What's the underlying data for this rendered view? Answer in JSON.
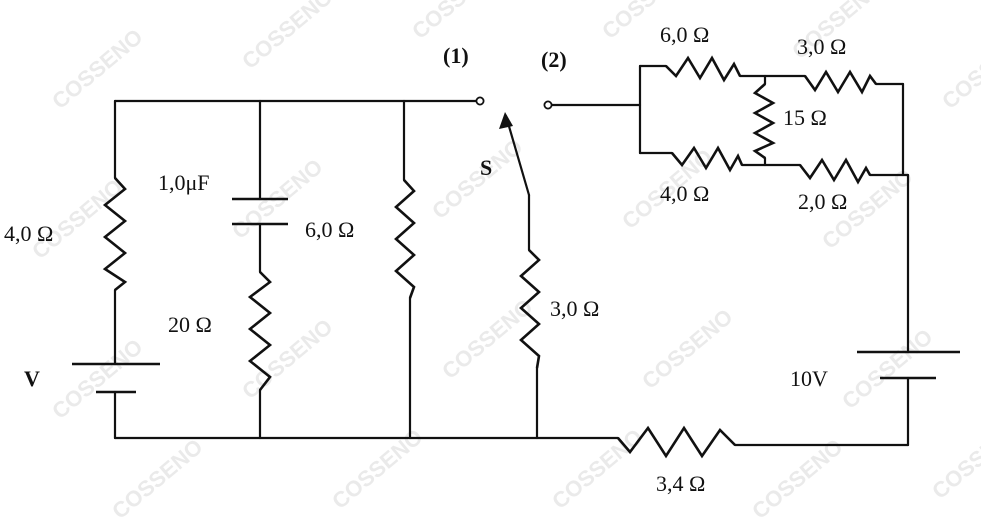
{
  "watermark": {
    "text": "COSSENO"
  },
  "labels": {
    "switch_pos_1": "(1)",
    "switch_pos_2": "(2)",
    "switch": "S",
    "source_left": "V",
    "source_right": "10V",
    "r_left": "4,0 Ω",
    "capacitor": "1,0μF",
    "r_cap_branch": "20 Ω",
    "r_middle": "6,0 Ω",
    "r_switch_branch": "3,0 Ω",
    "r_bottom": "3,4 Ω",
    "bridge_top_left": "6,0 Ω",
    "bridge_top_right": "3,0 Ω",
    "bridge_middle": "15 Ω",
    "bridge_bottom_left": "4,0 Ω",
    "bridge_bottom_right": "2,0 Ω"
  }
}
